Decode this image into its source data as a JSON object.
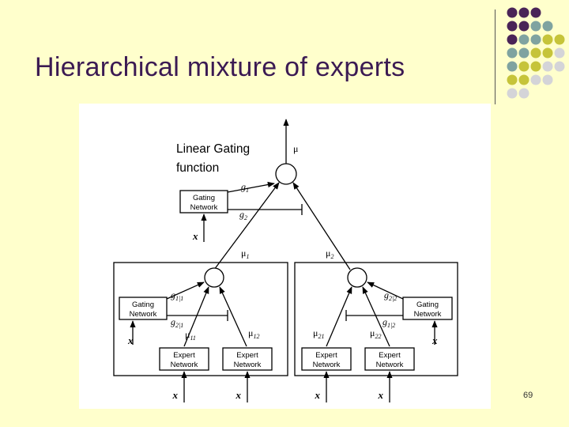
{
  "slide": {
    "title": "Hierarchical mixture of experts",
    "page_number": "69",
    "colors": {
      "purple": "#4a2457",
      "teal": "#7fa3a0",
      "olive": "#c6c43a",
      "light": "#d4d4d8",
      "background": "#ffffcc"
    }
  },
  "diagram": {
    "annotation": [
      "Linear Gating",
      "function"
    ],
    "mu": "μ",
    "top_gating": {
      "line1": "Gating",
      "line2": "Network",
      "g1": "g",
      "g1_sub": "1",
      "g2": "g",
      "g2_sub": "2",
      "x": "x"
    },
    "mu1": "μ",
    "mu1_sub": "1",
    "mu2": "μ",
    "mu2_sub": "2",
    "left_gating": {
      "line1": "Gating",
      "line2": "Network",
      "g11": "g",
      "g11_sub": "1|1",
      "g21": "g",
      "g21_sub": "2|1",
      "x": "x"
    },
    "right_gating": {
      "line1": "Gating",
      "line2": "Network",
      "g22": "g",
      "g22_sub": "2|2",
      "g12": "g",
      "g12_sub": "1|2",
      "x": "x"
    },
    "mu11": "μ",
    "mu11_sub": "11",
    "mu12": "μ",
    "mu12_sub": "12",
    "mu21": "μ",
    "mu21_sub": "21",
    "mu22": "μ",
    "mu22_sub": "22",
    "expert": {
      "line1": "Expert",
      "line2": "Network"
    },
    "x": "x"
  }
}
